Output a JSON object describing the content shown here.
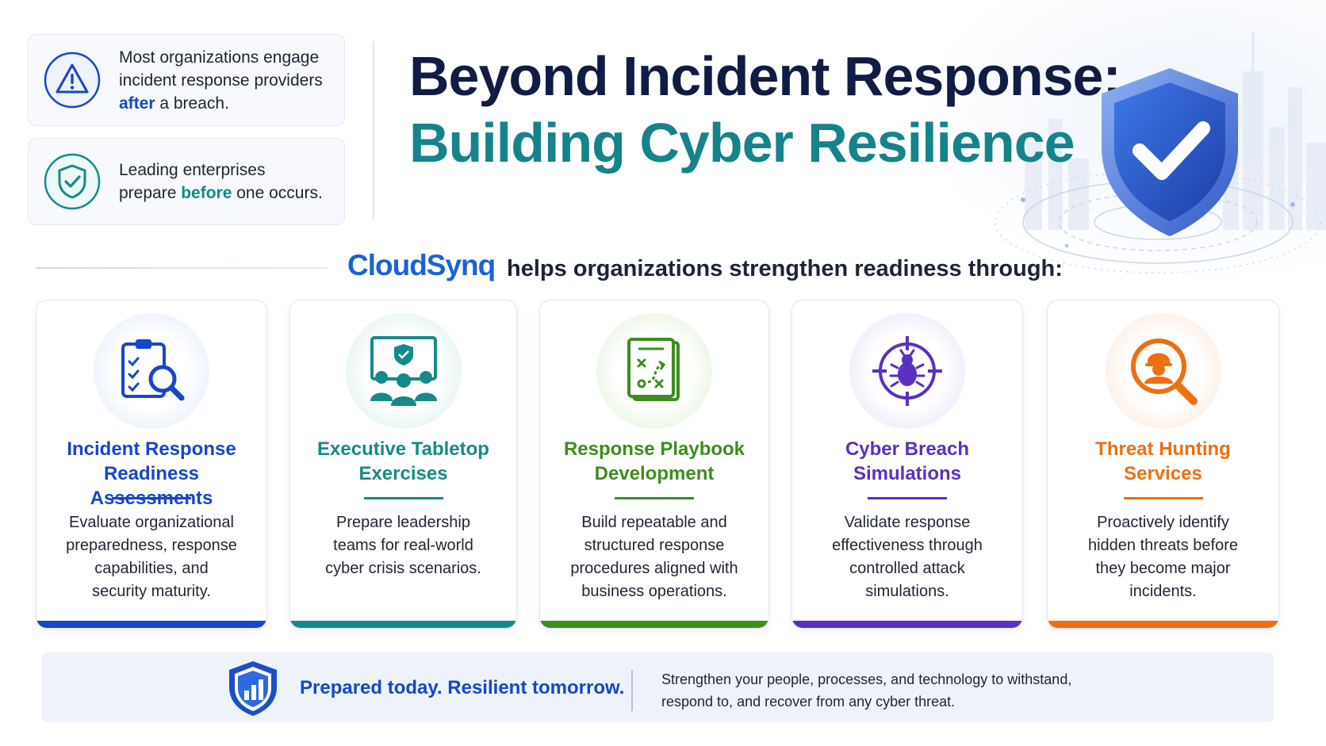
{
  "info_cards": [
    {
      "line1": "Most organizations engage",
      "line2": "incident response providers",
      "highlight": "after",
      "rest": " a breach.",
      "icon": "warning-triangle-icon"
    },
    {
      "line1": "Leading enterprises",
      "prefix": "prepare ",
      "highlight": "before",
      "rest": " one occurs.",
      "icon": "shield-check-icon"
    }
  ],
  "title": {
    "line1": "Beyond Incident Response:",
    "line2": "Building Cyber Resilience"
  },
  "subtitle": {
    "brand": "CloudSynq",
    "text": "helps organizations strengthen readiness through:"
  },
  "services": [
    {
      "title_l1": "Incident Response",
      "title_l2": "Readiness Assessments",
      "desc": [
        "Evaluate organizational",
        "preparedness, response",
        "capabilities, and",
        "security maturity."
      ],
      "color": "#1746c9",
      "icon": "checklist-magnifier-icon"
    },
    {
      "title_l1": "Executive Tabletop",
      "title_l2": "Exercises",
      "desc": [
        "Prepare leadership",
        "teams for real-world",
        "cyber crisis scenarios."
      ],
      "color": "#168a8a",
      "icon": "team-presentation-icon"
    },
    {
      "title_l1": "Response Playbook",
      "title_l2": "Development",
      "desc": [
        "Build repeatable and",
        "structured response",
        "procedures aligned with",
        "business operations."
      ],
      "color": "#3f8c1f",
      "icon": "playbook-icon"
    },
    {
      "title_l1": "Cyber Breach",
      "title_l2": "Simulations",
      "desc": [
        "Validate response",
        "effectiveness through",
        "controlled attack",
        "simulations."
      ],
      "color": "#5b2fc2",
      "icon": "bug-target-icon"
    },
    {
      "title_l1": "Threat Hunting",
      "title_l2": "Services",
      "desc": [
        "Proactively identify",
        "hidden threats before",
        "they become major",
        "incidents."
      ],
      "color": "#ee6f12",
      "icon": "hacker-magnifier-icon"
    }
  ],
  "banner": {
    "tagline": "Prepared today.  Resilient tomorrow.",
    "desc_l1": "Strengthen your people, processes, and technology to withstand,",
    "desc_l2": "respond to, and recover from any cyber threat."
  }
}
